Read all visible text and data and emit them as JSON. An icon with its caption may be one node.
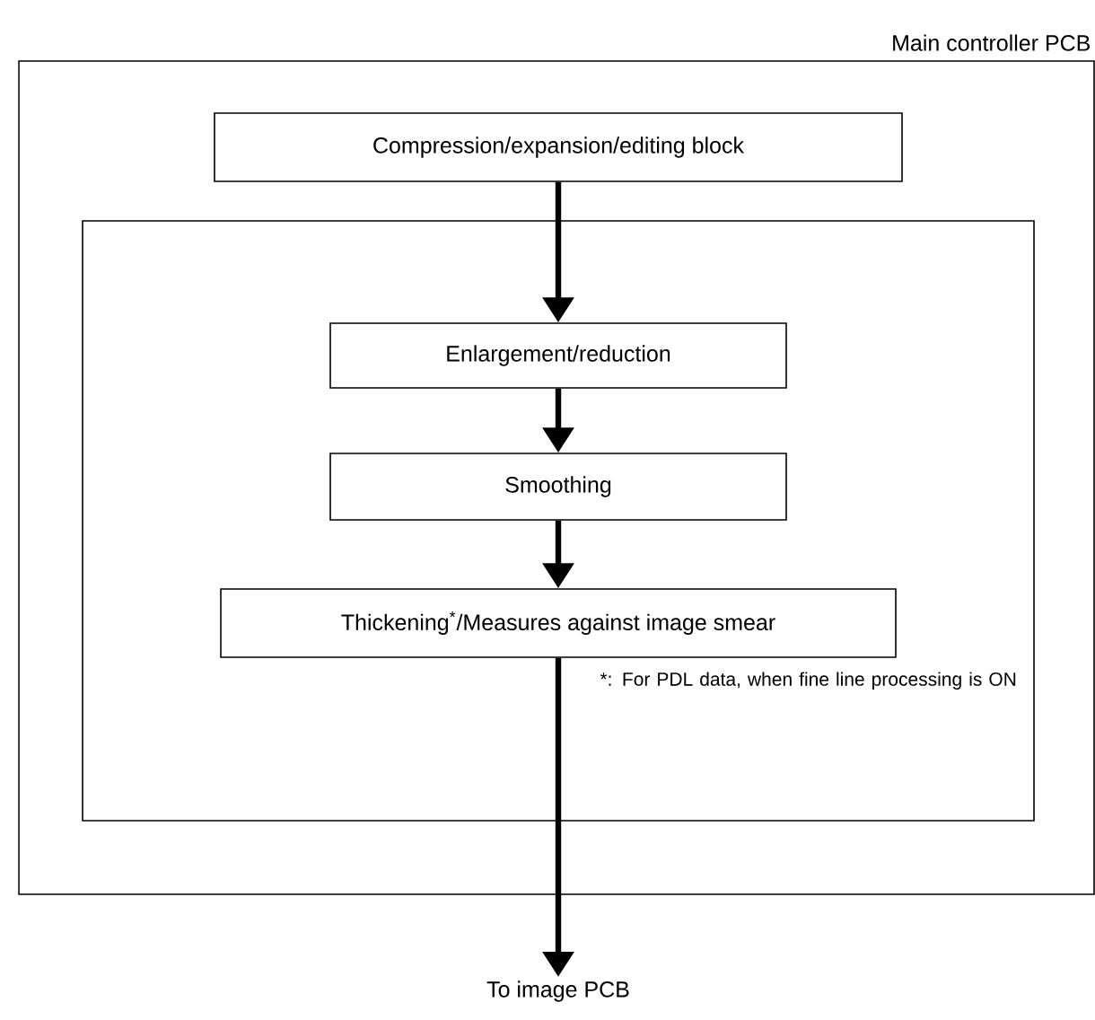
{
  "diagram": {
    "nodes": [
      {
        "text": [
          "Main controller PCB"
        ]
      },
      {
        "text": [
          "Compression/expansion/editing block"
        ],
        "in": 0
      },
      {
        "text": [],
        "shape": "box",
        "in": 0
      },
      {
        "text": [
          "Enlargement/reduction"
        ],
        "in": 2
      },
      {
        "text": [
          "Smoothing"
        ],
        "in": 2
      },
      {
        "text": [
          "Thickening$^{*}$/Measures against image smear"
        ],
        "in": 2
      },
      {
        "text": [
          "To image PCB"
        ]
      }
    ],
    "edges": [
      {
        "from": 1,
        "to": 3,
        "arrow": "to"
      },
      {
        "from": 3,
        "to": 4,
        "arrow": "to"
      },
      {
        "from": 4,
        "to": 5,
        "arrow": "to"
      },
      {
        "from": 5,
        "to": 6,
        "arrow": "to"
      }
    ],
    "labels": [
      "*: For PDL data, when fine line processing is ON"
    ]
  }
}
